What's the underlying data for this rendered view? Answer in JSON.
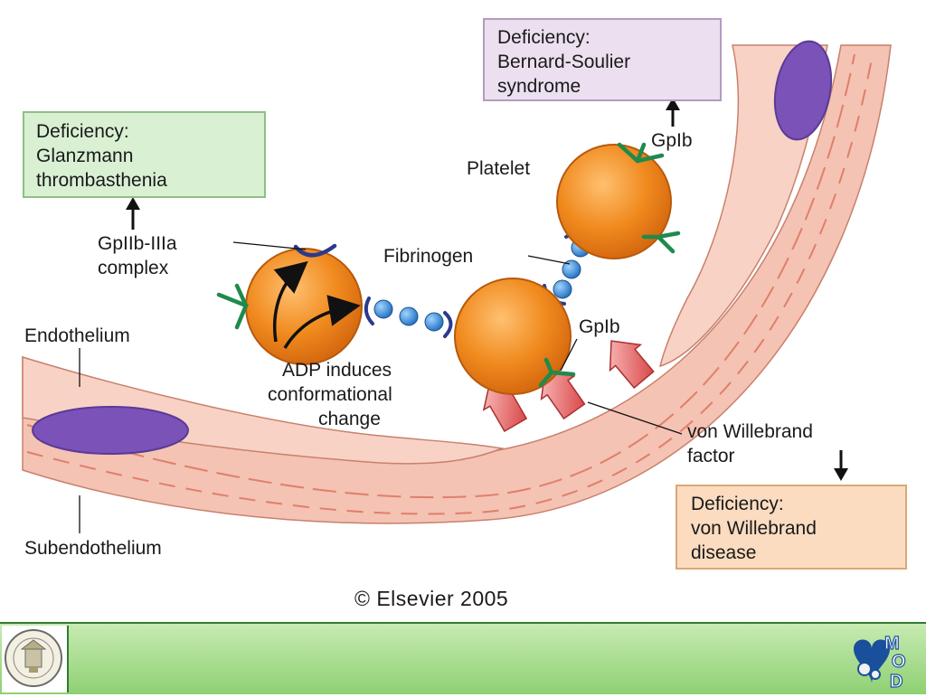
{
  "labels": {
    "deficiency_glanzmann": [
      "Deficiency:",
      "Glanzmann",
      "thrombasthenia"
    ],
    "deficiency_bernard": [
      "Deficiency:",
      "Bernard-Soulier",
      "syndrome"
    ],
    "deficiency_vwd": [
      "Deficiency:",
      "von Willebrand",
      "disease"
    ],
    "gpiib_iiia": [
      "GpIIb-IIIa",
      "complex"
    ],
    "gpib_top": "GpIb",
    "gpib_mid": "GpIb",
    "platelet": "Platelet",
    "fibrinogen": "Fibrinogen",
    "endothelium": "Endothelium",
    "subendothelium": "Subendothelium",
    "adp": [
      "ADP induces",
      "conformational",
      "change"
    ],
    "vwf": [
      "von Willebrand",
      "factor"
    ],
    "copyright": "© Elsevier 2005"
  },
  "footer": {
    "logo_right": [
      "M",
      "O",
      "D"
    ]
  },
  "colors": {
    "platelet": "#f08a1e",
    "receptor_green": "#1f8a4c",
    "gpiib_blue": "#2b3a8c",
    "fibrinogen_bead": "#2d8ad6",
    "vessel_wall": "#f2b5a3",
    "nucleus": "#7a52b8",
    "vwf_red": "#e44c4c",
    "box_green": "#d9f0d3",
    "box_purple": "#ece0f0",
    "box_orange": "#fbdcc0",
    "footer_green": "#a5db8c"
  }
}
